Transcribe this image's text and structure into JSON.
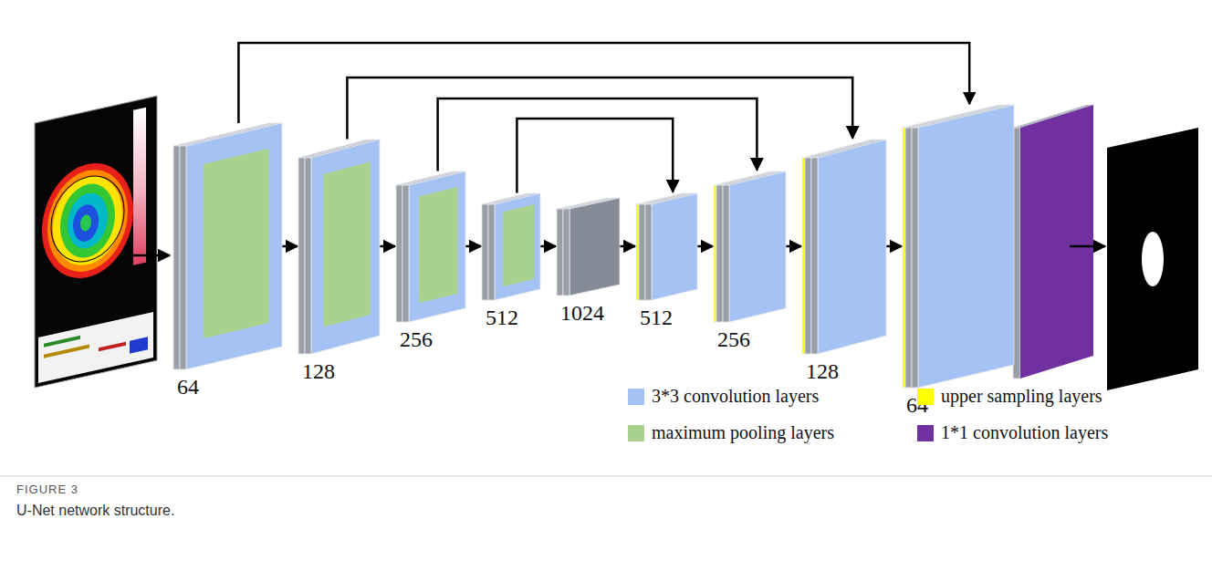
{
  "diagram": {
    "caption": "U-Net network structure.",
    "nodes": [
      {
        "text": [
          "64"
        ]
      },
      {
        "text": [
          "128"
        ]
      },
      {
        "text": [
          "256"
        ]
      },
      {
        "text": [
          "512"
        ]
      },
      {
        "text": [
          "1024"
        ]
      },
      {
        "text": [
          "512"
        ]
      },
      {
        "text": [
          "256"
        ]
      },
      {
        "text": [
          "128"
        ]
      },
      {
        "text": [
          "64"
        ]
      }
    ],
    "edges": [
      {
        "from": 0,
        "to": 1,
        "arrow": "to"
      },
      {
        "from": 1,
        "to": 2,
        "arrow": "to"
      },
      {
        "from": 2,
        "to": 3,
        "arrow": "to"
      },
      {
        "from": 3,
        "to": 4,
        "arrow": "to"
      },
      {
        "from": 4,
        "to": 5,
        "arrow": "to"
      },
      {
        "from": 5,
        "to": 6,
        "arrow": "to"
      },
      {
        "from": 6,
        "to": 7,
        "arrow": "to"
      },
      {
        "from": 7,
        "to": 8,
        "arrow": "to"
      },
      {
        "from": 0,
        "to": 8,
        "arrow": "to"
      },
      {
        "from": 1,
        "to": 7,
        "arrow": "to"
      },
      {
        "from": 2,
        "to": 6,
        "arrow": "to"
      },
      {
        "from": 3,
        "to": 5,
        "arrow": "to"
      }
    ],
    "labels": [
      "FIGURE 3"
    ],
    "legend": [
      {
        "text": "3*3 convolution layers",
        "color": "#a4c2f4"
      },
      {
        "text": "maximum pooling layers",
        "color": "#a9d18e"
      },
      {
        "text": "upper sampling layers",
        "color": "#ffff00"
      },
      {
        "text": "1*1 convolution layers",
        "color": "#7030a0"
      }
    ]
  }
}
